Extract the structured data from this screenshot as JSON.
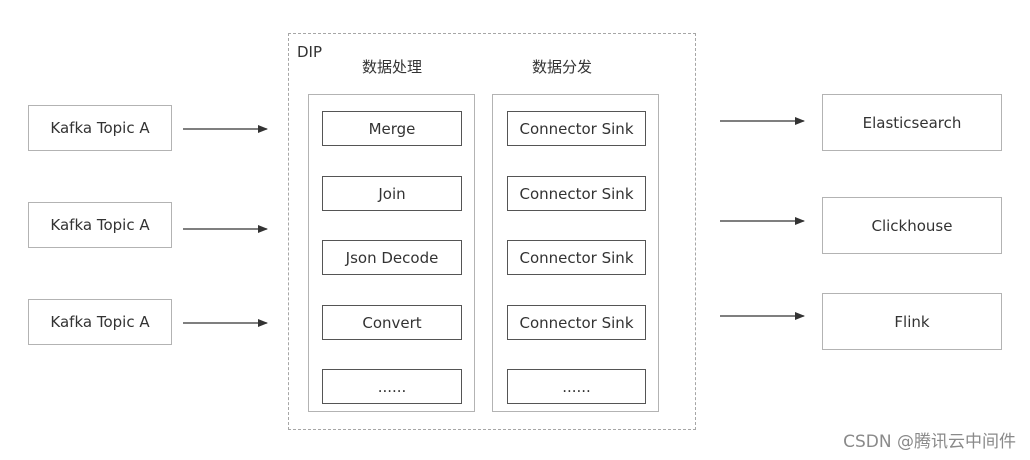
{
  "sources": [
    {
      "label": "Kafka Topic A"
    },
    {
      "label": "Kafka Topic A"
    },
    {
      "label": "Kafka Topic A"
    }
  ],
  "dip": {
    "label": "DIP",
    "processing": {
      "title": "数据处理",
      "items": [
        "Merge",
        "Join",
        "Json Decode",
        "Convert",
        "......"
      ]
    },
    "distribution": {
      "title": "数据分发",
      "items": [
        "Connector Sink",
        "Connector Sink",
        "Connector Sink",
        "Connector Sink",
        "......"
      ]
    }
  },
  "targets": [
    {
      "label": "Elasticsearch"
    },
    {
      "label": "Clickhouse"
    },
    {
      "label": "Flink"
    }
  ],
  "watermark": "CSDN @腾讯云中间件",
  "colors": {
    "line": "#333333",
    "box_border": "#b3b3b3",
    "dash_border": "#a6a6a6"
  }
}
